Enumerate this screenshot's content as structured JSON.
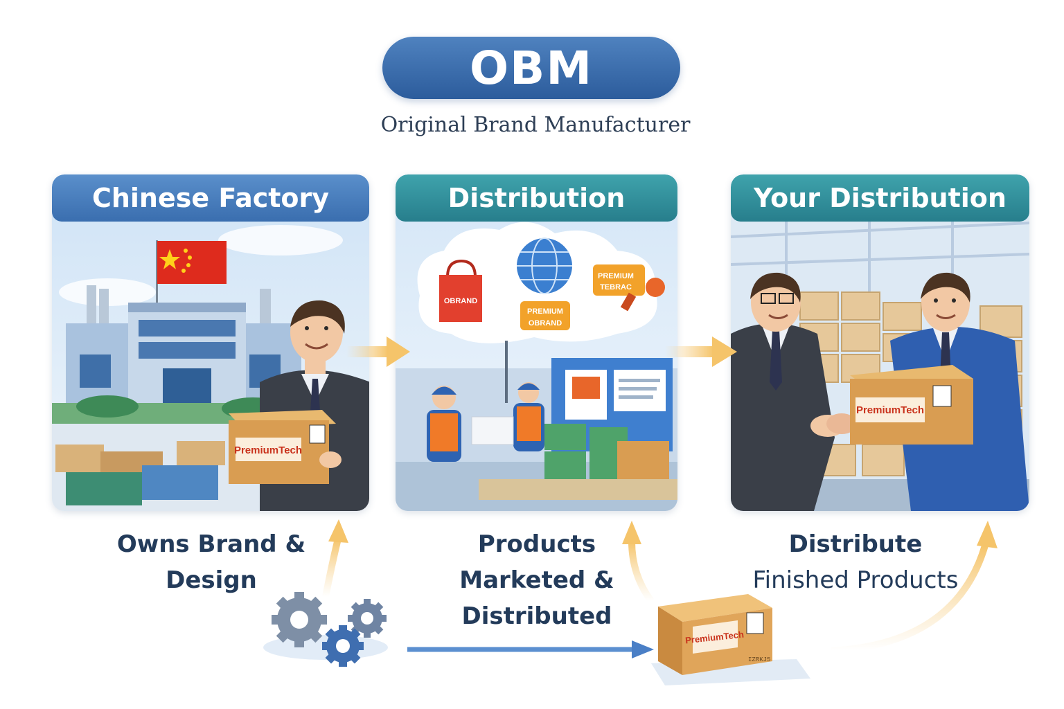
{
  "header": {
    "title": "OBM",
    "subtitle": "Original Brand Manufacturer"
  },
  "panels": [
    {
      "title": "Chinese Factory",
      "caption": [
        "Owns Brand &",
        "Design"
      ]
    },
    {
      "title": "Distribution",
      "caption": [
        "Products",
        "Marketed &",
        "Distributed"
      ]
    },
    {
      "title": "Your Distribution",
      "caption_bold": "Distribute",
      "caption_regular": "Finished Products"
    }
  ],
  "illustration": {
    "box_brand": "PremiumTech",
    "bag_brand": "OBRAND",
    "tag_1": [
      "PREMIUM",
      "OBRAND"
    ],
    "tag_2": [
      "PREMIUM",
      "TEBRAC"
    ],
    "box_code": "IZRKJ5"
  },
  "colors": {
    "title_blue": "#3b6cae",
    "header_teal": "#2f8f9a",
    "text_navy": "#233b5a",
    "arrow_orange": "#f5c46a",
    "arrow_blue": "#5b8fd0"
  },
  "icons": [
    "china-flag-icon",
    "globe-icon",
    "shopping-bag-icon",
    "gears-icon",
    "cardboard-box-icon",
    "handshake-icon"
  ]
}
